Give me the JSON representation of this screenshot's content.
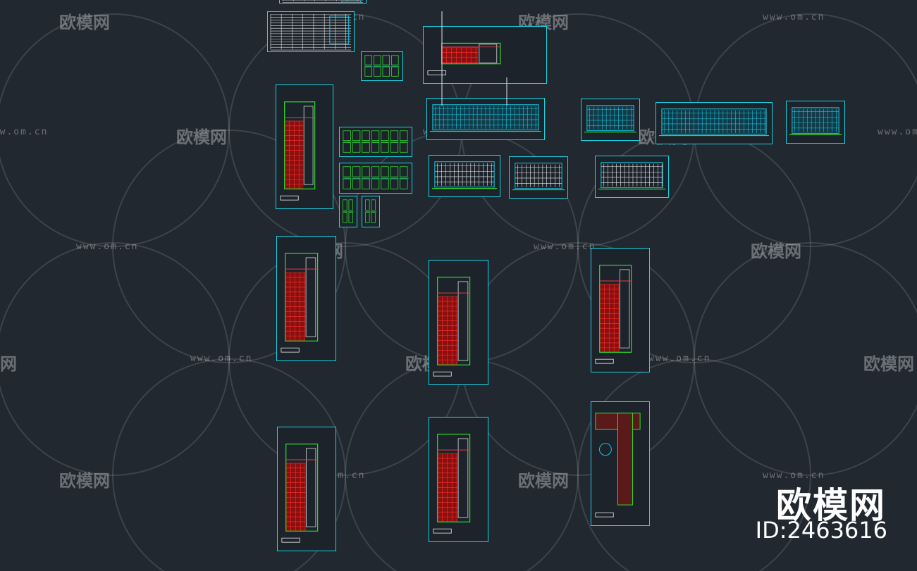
{
  "watermark": {
    "brand": "欧模网",
    "url": "www.om.cn",
    "icon": "sofa-icon"
  },
  "overlay": {
    "brand": "欧模网",
    "asset_id": "ID:2463616"
  },
  "colors": {
    "background": "#212830",
    "sheet_border": "#19d5e6",
    "plan_fill": "#8a0f0f",
    "grid_line": "#ff3030",
    "wall": "#30e030",
    "elevation": "#1ac8e0",
    "watermark": "#e6e6e6"
  },
  "drawings": [
    {
      "kind": "table"
    },
    {
      "kind": "table"
    },
    {
      "kind": "detail"
    },
    {
      "kind": "plan-wide"
    },
    {
      "kind": "plan-tall"
    },
    {
      "kind": "elevation"
    },
    {
      "kind": "elevation"
    },
    {
      "kind": "elevation"
    },
    {
      "kind": "elevation"
    },
    {
      "kind": "detail"
    },
    {
      "kind": "detail"
    },
    {
      "kind": "section"
    },
    {
      "kind": "section"
    },
    {
      "kind": "section"
    },
    {
      "kind": "detail"
    },
    {
      "kind": "detail"
    },
    {
      "kind": "plan-tall"
    },
    {
      "kind": "plan-tall"
    },
    {
      "kind": "plan-tall"
    },
    {
      "kind": "plan-tall"
    },
    {
      "kind": "plan-tall"
    },
    {
      "kind": "plan-roof"
    }
  ]
}
